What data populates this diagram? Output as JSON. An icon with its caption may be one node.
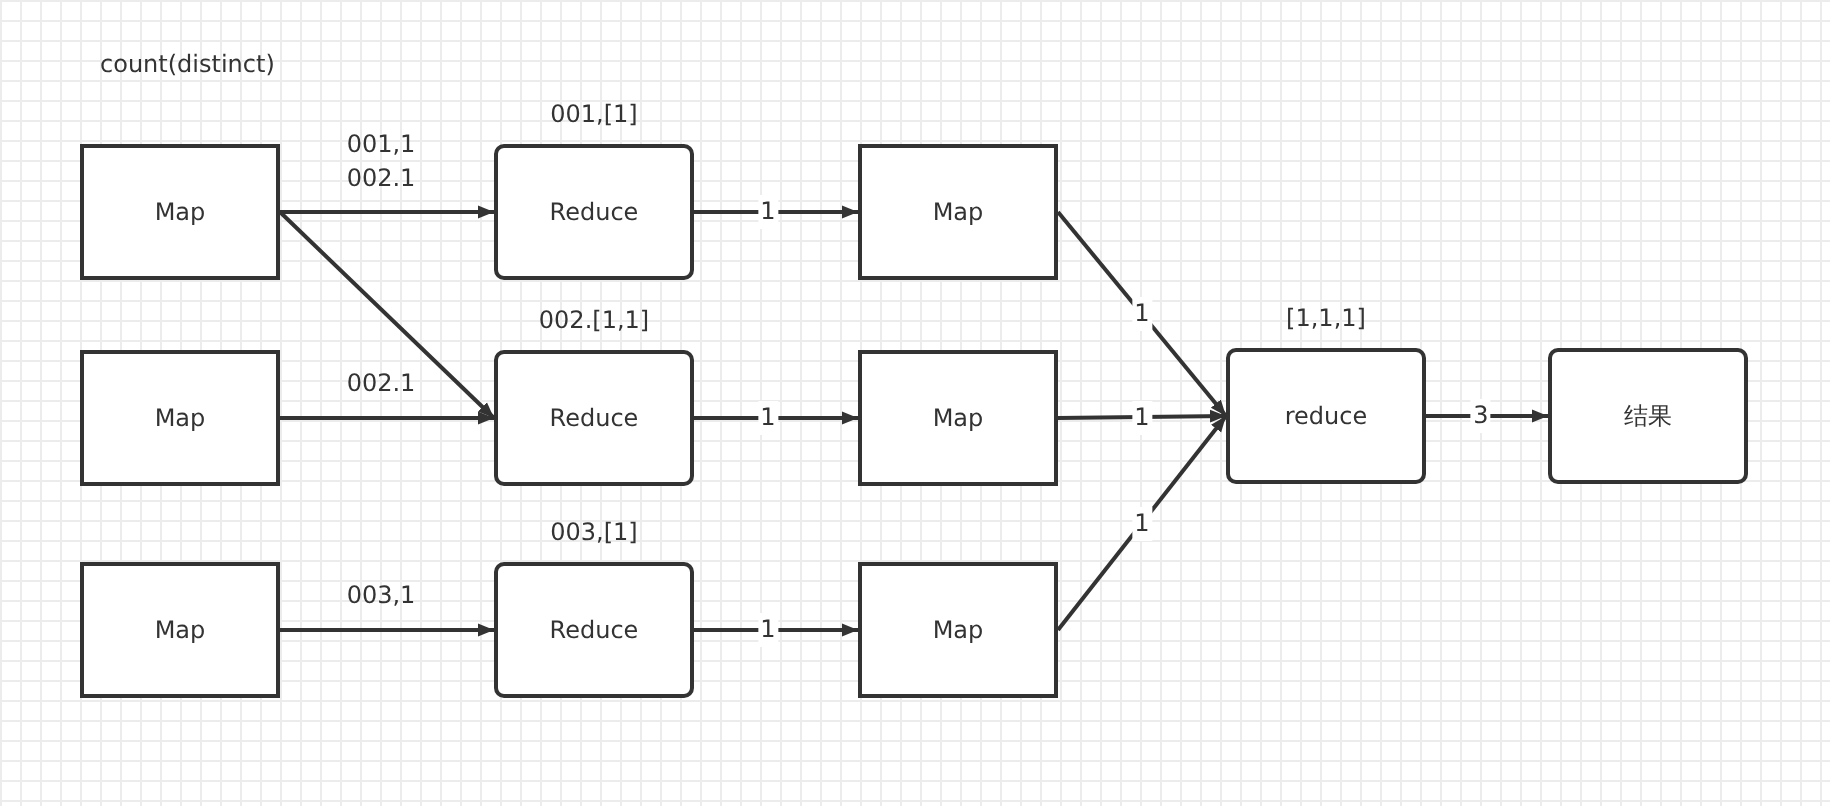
{
  "diagram": {
    "title": "count(distinct)",
    "nodes": [
      {
        "text": [
          "Map"
        ]
      },
      {
        "text": [
          "Map"
        ]
      },
      {
        "text": [
          "Map"
        ]
      },
      {
        "text": [
          "Reduce"
        ],
        "beside": [
          "001,[1]"
        ]
      },
      {
        "text": [
          "Reduce"
        ],
        "beside": [
          "002.[1,1]"
        ]
      },
      {
        "text": [
          "Reduce"
        ],
        "beside": [
          "003,[1]"
        ]
      },
      {
        "text": [
          "Map"
        ]
      },
      {
        "text": [
          "Map"
        ]
      },
      {
        "text": [
          "Map"
        ]
      },
      {
        "text": [
          "reduce"
        ],
        "beside": [
          "[1,1,1]"
        ]
      },
      {
        "text": [
          "结果"
        ]
      }
    ],
    "edges": [
      {
        "from": 0,
        "to": 3,
        "arrow": "to",
        "label": "001,1 002.1"
      },
      {
        "from": 0,
        "to": 4,
        "arrow": "to"
      },
      {
        "from": 1,
        "to": 4,
        "arrow": "to",
        "label": "002.1"
      },
      {
        "from": 2,
        "to": 5,
        "arrow": "to",
        "label": "003,1"
      },
      {
        "from": 3,
        "to": 6,
        "arrow": "to",
        "label": "1"
      },
      {
        "from": 4,
        "to": 7,
        "arrow": "to",
        "label": "1"
      },
      {
        "from": 5,
        "to": 8,
        "arrow": "to",
        "label": "1"
      },
      {
        "from": 6,
        "to": 9,
        "arrow": "to",
        "label": "1"
      },
      {
        "from": 7,
        "to": 9,
        "arrow": "to",
        "label": "1"
      },
      {
        "from": 8,
        "to": 9,
        "arrow": "to",
        "label": "1"
      },
      {
        "from": 9,
        "to": 10,
        "arrow": "to",
        "label": "3"
      }
    ]
  }
}
